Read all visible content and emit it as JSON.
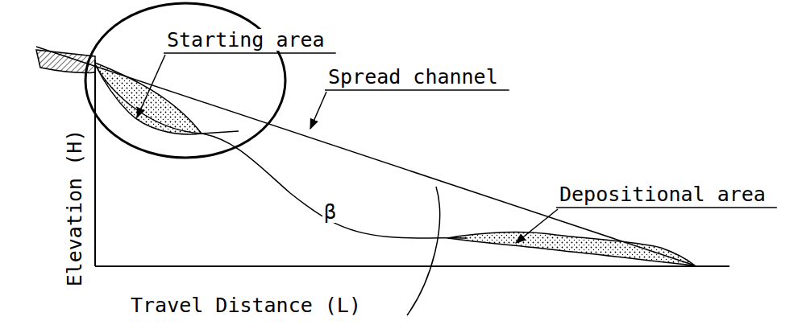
{
  "diagram": {
    "labels": [
      "Starting area",
      "Spread channel",
      "β",
      "Depositional area",
      "Elevation (H)",
      "Travel Distance (L)"
    ]
  }
}
